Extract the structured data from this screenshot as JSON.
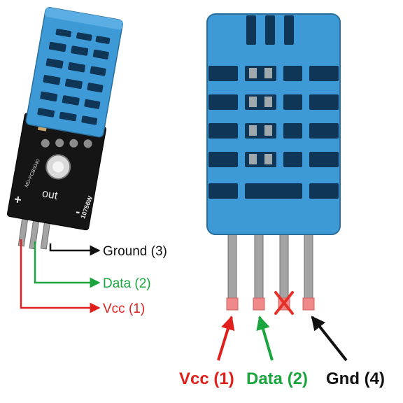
{
  "module": {
    "board_print": "MD-PCB0040",
    "out_text": "out",
    "plus_text": "+",
    "minus_text": "-",
    "model_text": "10756W"
  },
  "module_labels": {
    "ground": "Ground (3)",
    "data": "Data (2)",
    "vcc": "Vcc (1)"
  },
  "sensor_labels": {
    "vcc": "Vcc (1)",
    "data": "Data (2)",
    "gnd": "Gnd (4)"
  },
  "colors": {
    "sensor_blue": "#3d9ad6",
    "sensor_outline": "#2a6f9c",
    "sensor_slot": "#0f3557",
    "sensor_window": "#9fa8ad",
    "pcb_black": "#151515",
    "pin_gray": "#a4a4a4",
    "tip_red": "#f08a8a",
    "vcc_red": "#e0201c",
    "data_green": "#1aa53e",
    "ground_black": "#111111",
    "cross_red": "#e53027"
  },
  "icons": [
    "arrow-right-icon",
    "arrow-up-icon",
    "cross-icon"
  ]
}
